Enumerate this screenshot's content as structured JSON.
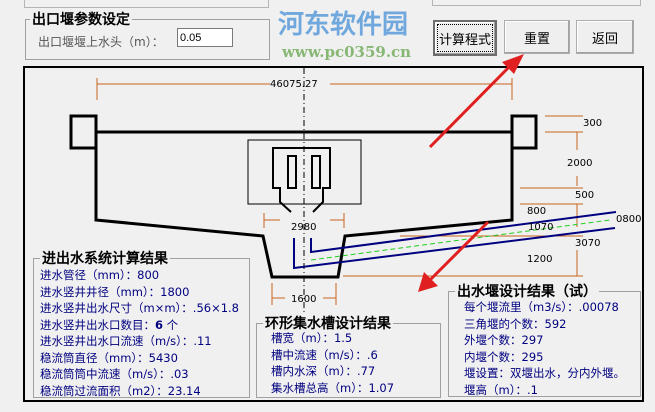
{
  "outlet_weir_params": {
    "title": "出口堰参数设定",
    "head_label": "出口堰堰上水头（m）：",
    "head_value": "0.05"
  },
  "buttons": {
    "calc": "计算程式",
    "reset": "重置",
    "back": "返回"
  },
  "watermark": {
    "name": "河东软件园",
    "url": "www.pc0359.cn"
  },
  "drawing": {
    "dims": {
      "total_width": "46075.27",
      "d300": "300",
      "d2000": "2000",
      "d500": "500",
      "d800": "800",
      "d1070": "1070",
      "d0800": "0800",
      "d3070": "3070",
      "d1200": "1200",
      "d2980": "2980",
      "d1600": "1600"
    },
    "colors": {
      "dim": "#c8641e",
      "pipe": "#000080",
      "centerline": "#22cc22",
      "arrow": "#e02020"
    }
  },
  "inout_results": {
    "title": "进出水系统计算结果",
    "rows": [
      "进水管径（mm）：800",
      "进水竖井井径（mm）：1800",
      "进水竖井出水尺寸（m×m）：.56×1.8",
      "进水竖井出水口数目：",
      "进水竖井出水口流速（m/s）：.11",
      "稳流筒直径（mm）：5430",
      "稳流筒筒中流速（m/s）：.03",
      "稳流筒过流面积（m2）：23.14"
    ],
    "outlet_count": "6",
    "outlet_unit": "个"
  },
  "trough_results": {
    "title": "环形集水槽设计结果",
    "rows": [
      "槽宽（m）：1.5",
      "槽中流速（m/s）：.6",
      "槽内水深（m）：.77",
      "集水槽总高（m）：1.07"
    ]
  },
  "weir_results": {
    "title": "出水堰设计结果（试）",
    "rows": [
      "每个堰流里（m3/s）：.00078",
      "三角堰的个数：592",
      "外堰个数：297",
      "内堰个数：295",
      "堰设置：双堰出水，分内外堰。",
      "堰高（m）：.1"
    ]
  }
}
